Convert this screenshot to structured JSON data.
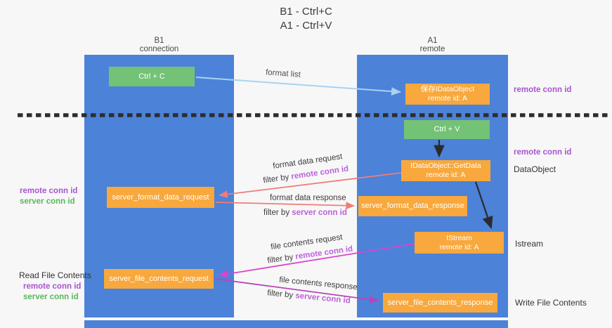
{
  "title": {
    "line1": "B1 - Ctrl+C",
    "line2": "A1 - Ctrl+V"
  },
  "lifelines": {
    "left": {
      "name": "B1",
      "role": "connection"
    },
    "right": {
      "name": "A1",
      "role": "remote"
    }
  },
  "boxes": {
    "ctrl_c": {
      "label": "Ctrl + C"
    },
    "ctrl_v": {
      "label": "Ctrl + V"
    },
    "save_dataobject": {
      "line1": "保存IDataObject",
      "line2": "remote id: A"
    },
    "getdata": {
      "line1": "IDataObject::GetData",
      "line2": "remote id: A"
    },
    "istream": {
      "line1": "IStream",
      "line2": "remote id: A"
    },
    "format_request": {
      "label": "server_format_data_request"
    },
    "format_response": {
      "label": "server_format_data_response"
    },
    "file_request": {
      "label": "server_file_contents_request"
    },
    "file_response": {
      "label": "server_file_contents_response"
    }
  },
  "arrow_labels": {
    "format_list": "format list",
    "format_data_request": "format data request",
    "format_data_response": "format data response",
    "file_contents_request": "file contents request",
    "file_contents_response": "file contents response",
    "filter_by": "filter by ",
    "remote_conn_id": "remote conn id",
    "server_conn_id": "server conn id"
  },
  "side_labels": {
    "remote_conn_id": "remote conn id",
    "server_conn_id": "server conn id",
    "dataobject": "DataObject",
    "istream": "Istream",
    "read_file_contents": "Read File Contents",
    "write_file_contents": "Write File Contents"
  },
  "colors": {
    "lifeline_blue": "#4c82d8",
    "action_green": "#74c276",
    "message_orange": "#f8a83d",
    "remote_conn_purple": "#a855cf",
    "server_conn_green": "#57b85c",
    "filter_highlight_purple": "#bb62d8",
    "format_arrow_salmon": "#ee7d78",
    "file_arrow_magenta": "#d945cd",
    "format_list_arrow_blue": "#a9d2f0",
    "divider_black": "#2d2d2d"
  }
}
